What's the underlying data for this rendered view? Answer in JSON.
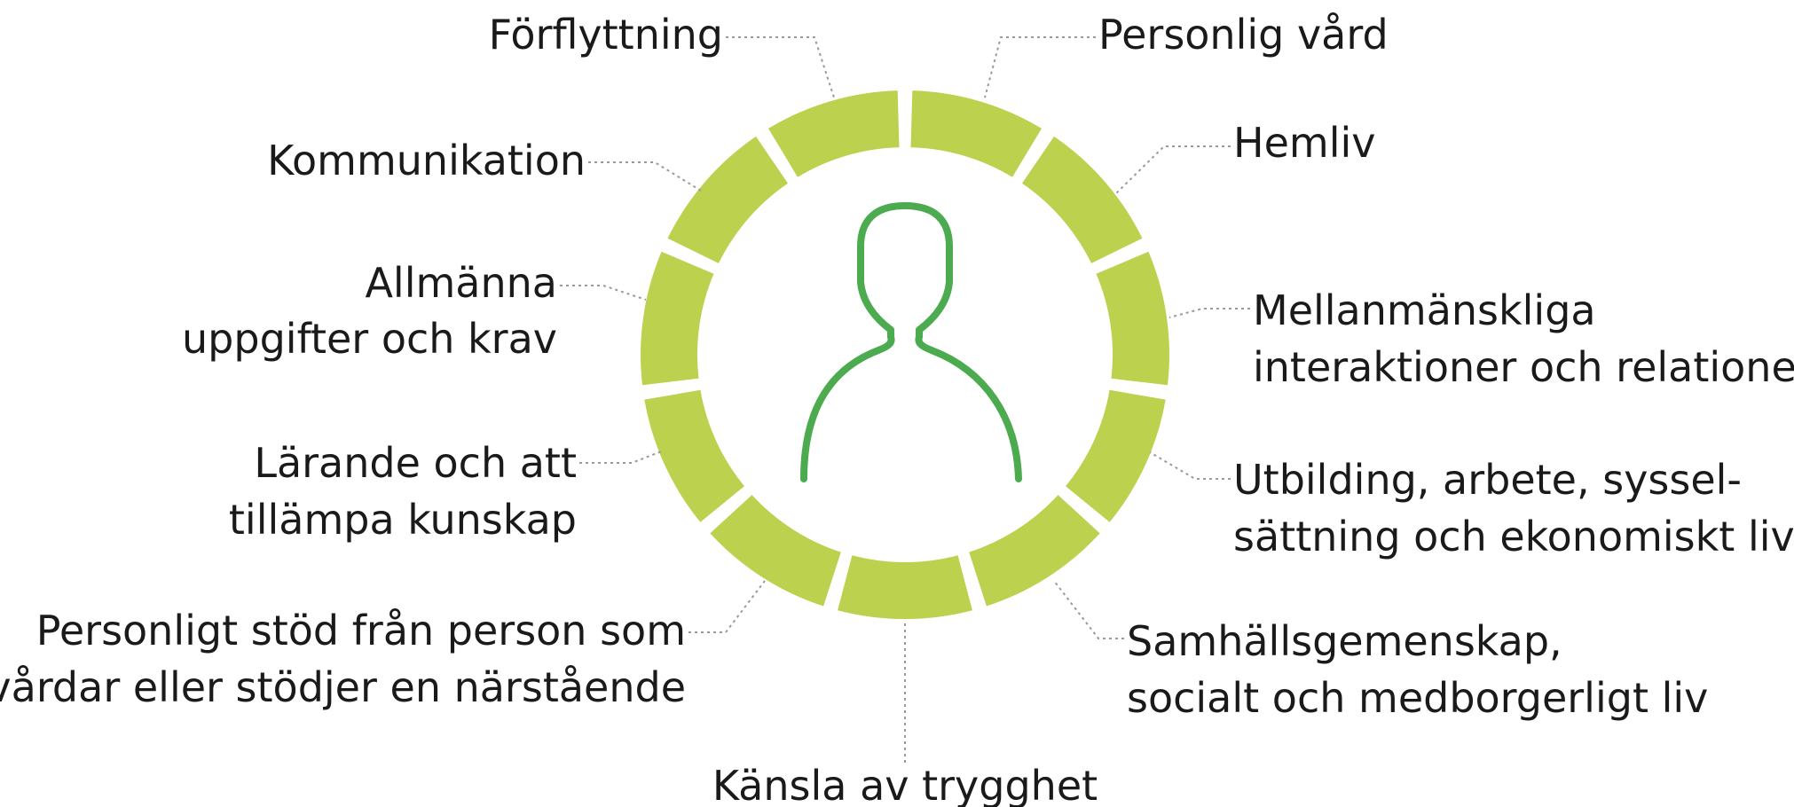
{
  "colors": {
    "ring": "#bcd14e",
    "person": "#4caa4f",
    "text": "#1a1a1a",
    "leader": "#9a9a9a"
  },
  "center_icon": "person-icon",
  "domains": [
    {
      "id": "forflyttning",
      "lines": [
        "Förflyttning"
      ]
    },
    {
      "id": "personlig-vard",
      "lines": [
        "Personlig vård"
      ]
    },
    {
      "id": "hemliv",
      "lines": [
        "Hemliv"
      ]
    },
    {
      "id": "mellanmanskliga",
      "lines": [
        "Mellanmänskliga",
        "interaktioner och relationer"
      ]
    },
    {
      "id": "utbildning",
      "lines": [
        "Utbilding, arbete, syssel-",
        "sättning och ekonomiskt liv"
      ]
    },
    {
      "id": "samhallsgemenskap",
      "lines": [
        "Samhällsgemenskap,",
        "socialt och medborgerligt liv"
      ]
    },
    {
      "id": "kansla-av-trygghet",
      "lines": [
        "Känsla av trygghet"
      ]
    },
    {
      "id": "personligt-stod",
      "lines": [
        "Personligt stöd från person som",
        "vårdar eller stödjer en närstående"
      ]
    },
    {
      "id": "larande",
      "lines": [
        "Lärande och att",
        "tillämpa kunskap"
      ]
    },
    {
      "id": "allmanna-uppgifter",
      "lines": [
        "Allmänna",
        "uppgifter och krav"
      ]
    },
    {
      "id": "kommunikation",
      "lines": [
        "Kommunikation"
      ]
    }
  ]
}
